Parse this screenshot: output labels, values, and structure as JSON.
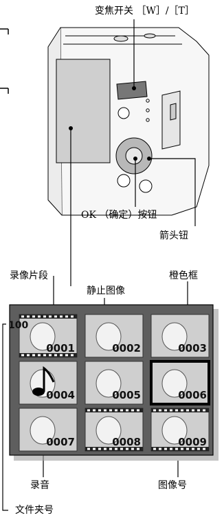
{
  "labels": {
    "zoom_switch": "变焦开关 ［W］/［T］",
    "ok_button": "OK （确定）按钮",
    "arrow_button": "箭头钮",
    "video_clip": "录像片段",
    "still_image": "静止图像",
    "orange_frame": "橙色框",
    "audio": "录音",
    "image_number": "图像号",
    "folder_number": "文件夹号"
  },
  "screen": {
    "folder": "100",
    "thumbnails": [
      {
        "number": "0001",
        "type": "video"
      },
      {
        "number": "0002",
        "type": "still"
      },
      {
        "number": "0003",
        "type": "still"
      },
      {
        "number": "0004",
        "type": "audio"
      },
      {
        "number": "0005",
        "type": "still"
      },
      {
        "number": "0006",
        "type": "still",
        "selected": true
      },
      {
        "number": "0007",
        "type": "still"
      },
      {
        "number": "0008",
        "type": "video"
      },
      {
        "number": "0009",
        "type": "video"
      }
    ]
  },
  "colors": {
    "screen_bg": "#5e5e5e",
    "thumb_bg": "#cfcfcf",
    "line": "#000000"
  }
}
